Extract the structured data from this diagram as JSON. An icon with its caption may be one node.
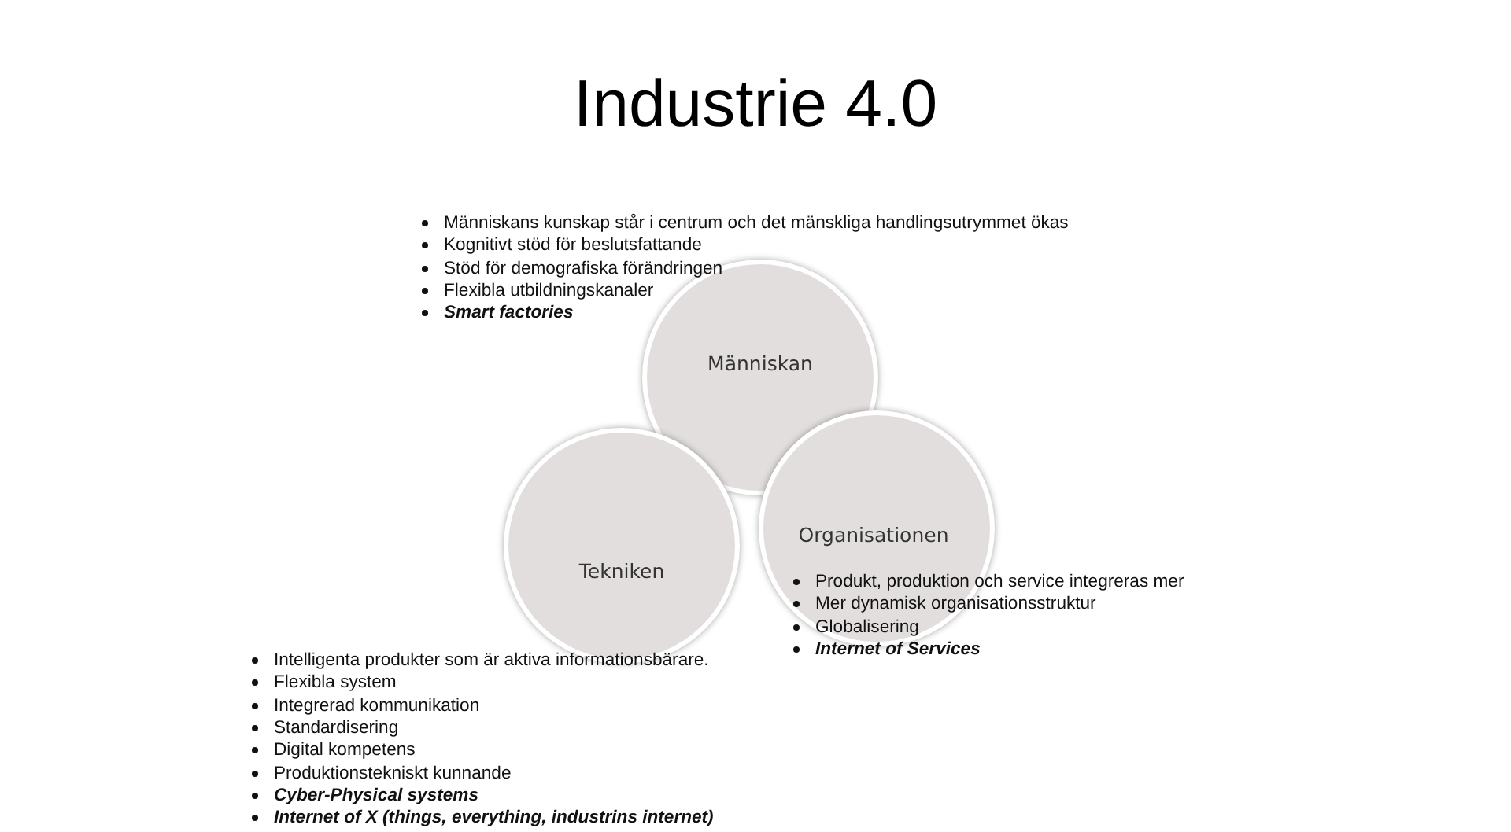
{
  "diagram": {
    "title": "Industrie 4.0",
    "nodes": [
      {
        "text": [
          "Människan"
        ]
      },
      {
        "text": [
          "Tekniken"
        ]
      },
      {
        "text": [
          "Organisationen"
        ]
      }
    ],
    "edges": [],
    "labels": [
      "Människans kunskap står i centrum och det mänskliga handlingsutrymmet ökas",
      "Kognitivt stöd för beslutsfattande",
      "Stöd för demografiska förändringen",
      "Flexibla utbildningskanaler",
      "Smart factories",
      "Produkt, produktion och service integreras mer",
      "Mer dynamisk organisationsstruktur",
      "Globalisering",
      "Internet of Services",
      "Intelligenta produkter som är aktiva informationsbärare.",
      "Flexibla system",
      "Integrerad kommunikation",
      "Standardisering",
      "Digital kompetens",
      "Produktionstekniskt kunnande",
      "Cyber-Physical systems",
      "Internet of X (things, everything, industrins internet)"
    ]
  }
}
